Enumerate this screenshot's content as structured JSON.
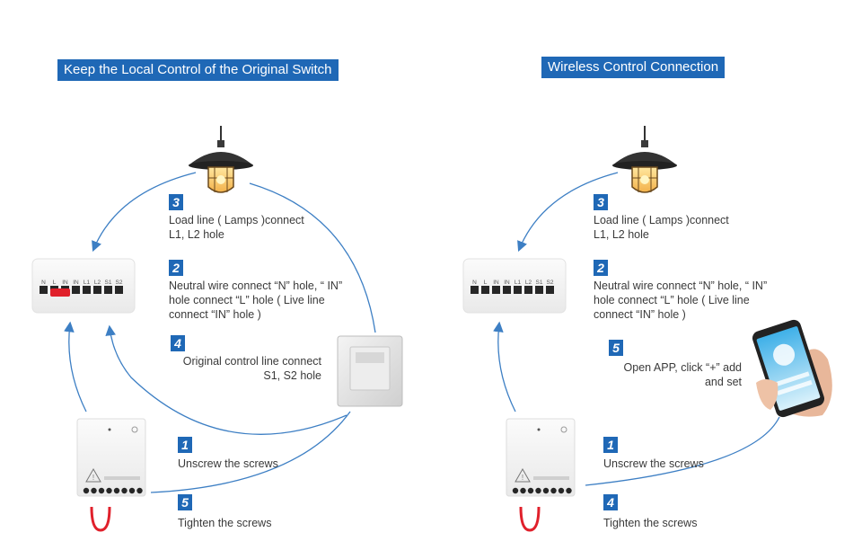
{
  "left": {
    "title": "Keep the Local Control of the Original Switch",
    "module_labels": [
      "N",
      "L",
      "IN",
      "IN",
      "L1",
      "L2",
      "S1",
      "S2"
    ],
    "steps": [
      {
        "num": "3",
        "lines": [
          "Load line ( Lamps )connect",
          "L1, L2 hole"
        ]
      },
      {
        "num": "2",
        "lines": [
          "Neutral wire connect “N” hole, “ IN”",
          "hole connect “L” hole ( Live line",
          "connect “IN” hole )"
        ]
      },
      {
        "num": "4",
        "lines": [
          "Original control line connect",
          "S1, S2 hole"
        ]
      },
      {
        "num": "1",
        "lines": [
          "Unscrew the screws"
        ]
      },
      {
        "num": "5",
        "lines": [
          "Tighten the screws"
        ]
      }
    ]
  },
  "right": {
    "title": "Wireless Control Connection",
    "module_labels": [
      "N",
      "L",
      "IN",
      "IN",
      "L1",
      "L2",
      "S1",
      "S2"
    ],
    "steps": [
      {
        "num": "3",
        "lines": [
          "Load line ( Lamps )connect",
          "L1, L2 hole"
        ]
      },
      {
        "num": "2",
        "lines": [
          "Neutral wire connect “N” hole, “ IN”",
          "hole connect “L” hole ( Live line",
          "connect “IN” hole )"
        ]
      },
      {
        "num": "5",
        "lines": [
          "Open APP, click “+” add",
          "and set"
        ]
      },
      {
        "num": "1",
        "lines": [
          "Unscrew the screws"
        ]
      },
      {
        "num": "4",
        "lines": [
          "Tighten the screws"
        ]
      }
    ]
  },
  "colors": {
    "accent": "#1f68b6",
    "arrow": "#3d7fc4",
    "text": "#3a3a3a",
    "wire": "#e0202b"
  },
  "icons": [
    "pendant-lamp-icon",
    "relay-module-icon",
    "wall-switch-icon",
    "smartphone-hand-icon"
  ]
}
